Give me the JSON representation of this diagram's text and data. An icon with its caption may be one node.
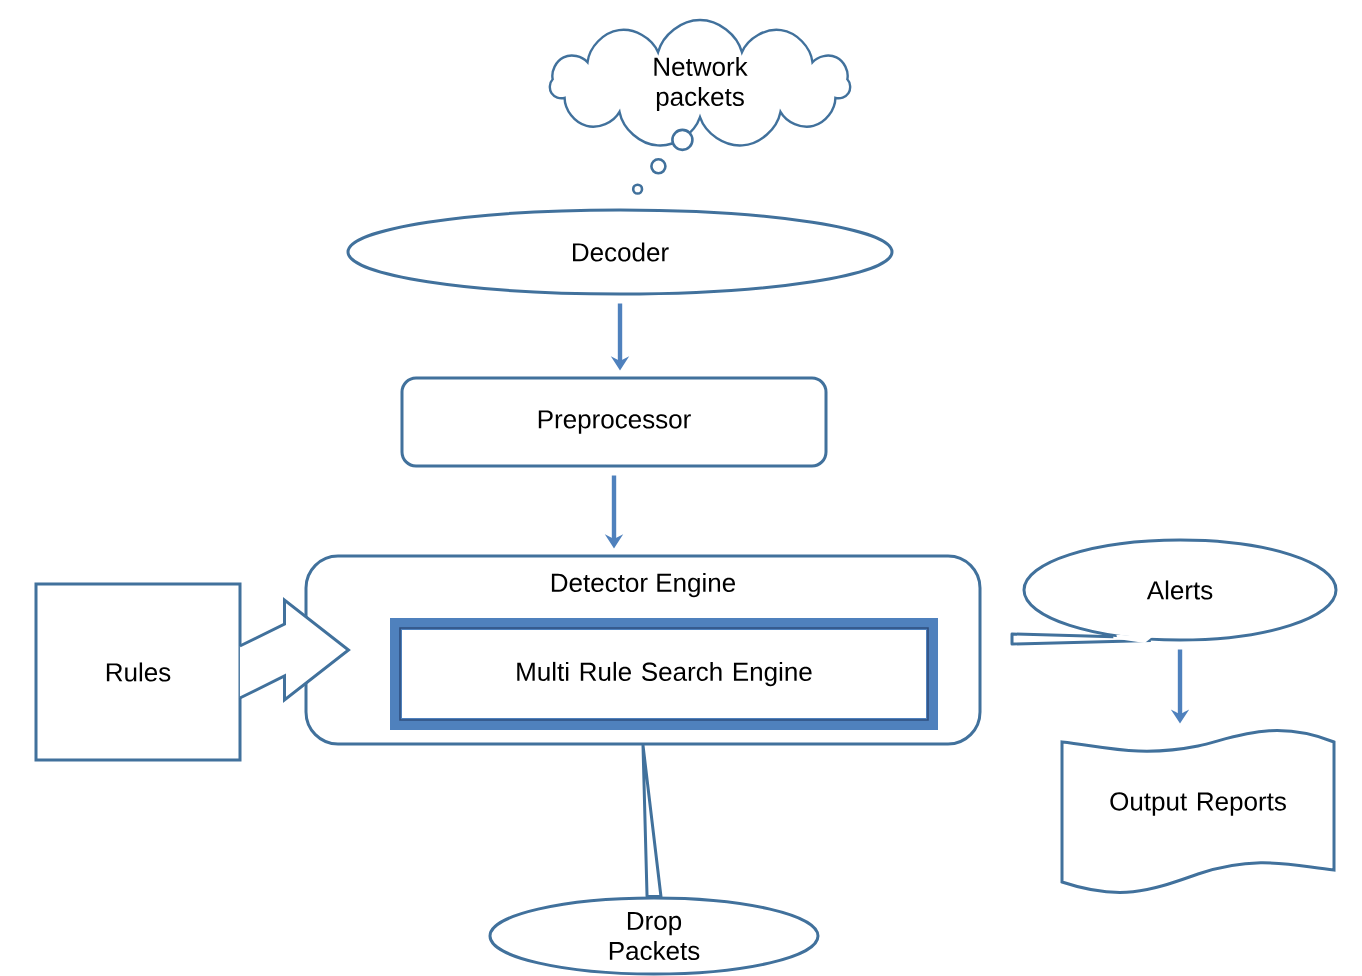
{
  "diagram": {
    "nodes": [
      {
        "text": [
          "Network packets"
        ]
      },
      {
        "text": [
          "Decoder"
        ]
      },
      {
        "text": [
          "Preprocessor"
        ]
      },
      {
        "text": [
          "Detector Engine"
        ]
      },
      {
        "text": [
          "Multi Rule Search Engine"
        ],
        "in": 3
      },
      {
        "text": [
          "Rules"
        ]
      },
      {
        "text": [
          "Alerts"
        ]
      },
      {
        "text": [
          "Output Reports"
        ]
      },
      {
        "text": [
          "Drop Packets"
        ]
      }
    ],
    "edges": [
      {
        "from": 0,
        "to": 1,
        "arrow": "none",
        "style": "dashed"
      },
      {
        "from": 1,
        "to": 2,
        "arrow": "to"
      },
      {
        "from": 2,
        "to": 3,
        "arrow": "to"
      },
      {
        "from": 5,
        "to": 3,
        "arrow": "to",
        "style": "thick"
      },
      {
        "from": 8,
        "to": 3,
        "arrow": "none"
      },
      {
        "from": 6,
        "to": 7,
        "arrow": "to"
      }
    ]
  }
}
